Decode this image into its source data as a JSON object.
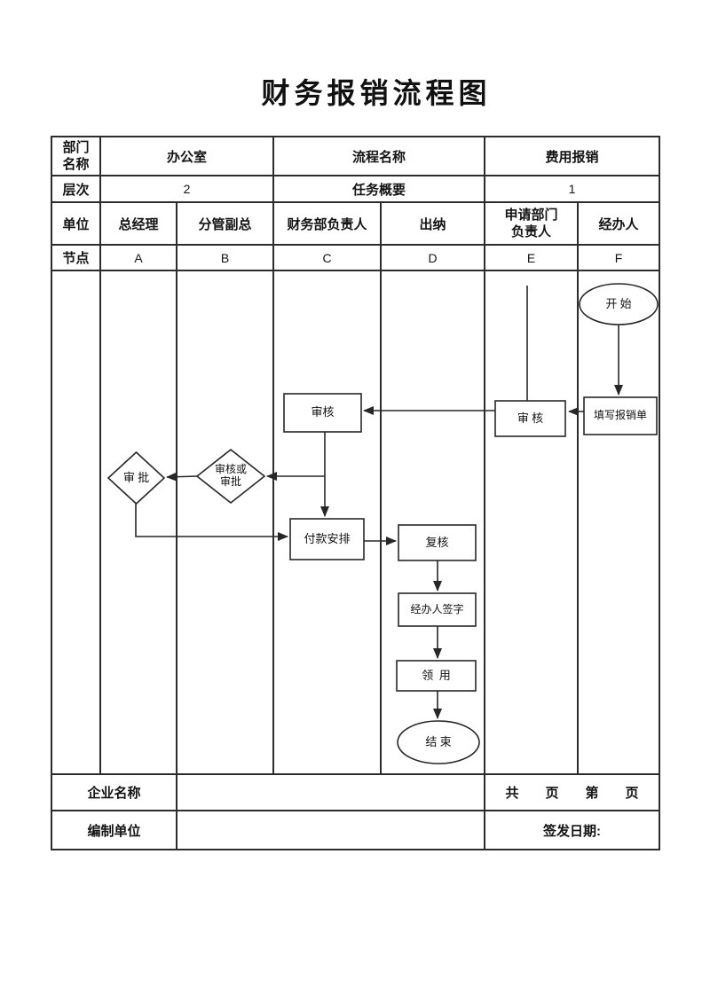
{
  "title": "财务报销流程图",
  "info": {
    "dept_label": "部门\n名称",
    "dept_value": "办公室",
    "process_label": "流程名称",
    "process_value": "费用报销",
    "level_label": "层次",
    "level_value": "2",
    "summary_label": "任务概要",
    "summary_value": "1",
    "unit_label": "单位",
    "units": [
      "总经理",
      "分管副总",
      "财务部负责人",
      "出纳",
      "申请部门\n负责人",
      "经办人"
    ],
    "node_label": "节点",
    "nodes": [
      "A",
      "B",
      "C",
      "D",
      "E",
      "F"
    ]
  },
  "flow": {
    "start": "开 始",
    "fill_form": "填写报销单",
    "review_request_dept": "审 核",
    "review_finance": "审核",
    "review_or_approve_line1": "审核或",
    "review_or_approve_line2": "审批",
    "approve": "审 批",
    "payment": "付款安排",
    "recheck": "复核",
    "handler_sign": "经办人签字",
    "receive": "领  用",
    "end": "结 束"
  },
  "footer": {
    "company_label": "企业名称",
    "pages_text": "共　　页　　第　　页",
    "prepared_label": "编制单位",
    "issue_date_label": "签发日期:"
  },
  "colors": {
    "line": "#2c2c2c",
    "background": "#ffffff"
  }
}
